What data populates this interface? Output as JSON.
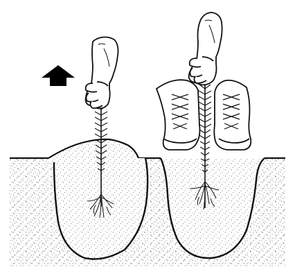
{
  "illustration": {
    "panels": [
      {
        "name": "left",
        "action": "lift",
        "has_arrow": true,
        "has_boots": false
      },
      {
        "name": "right",
        "action": "firm",
        "has_arrow": false,
        "has_boots": true
      }
    ],
    "colors": {
      "ink": "#111111",
      "paper": "#ffffff",
      "speckle": "#444444"
    },
    "icons": [
      "up-arrow-icon",
      "hand-icon",
      "seedling-icon",
      "roots-icon",
      "boot-icon"
    ]
  }
}
